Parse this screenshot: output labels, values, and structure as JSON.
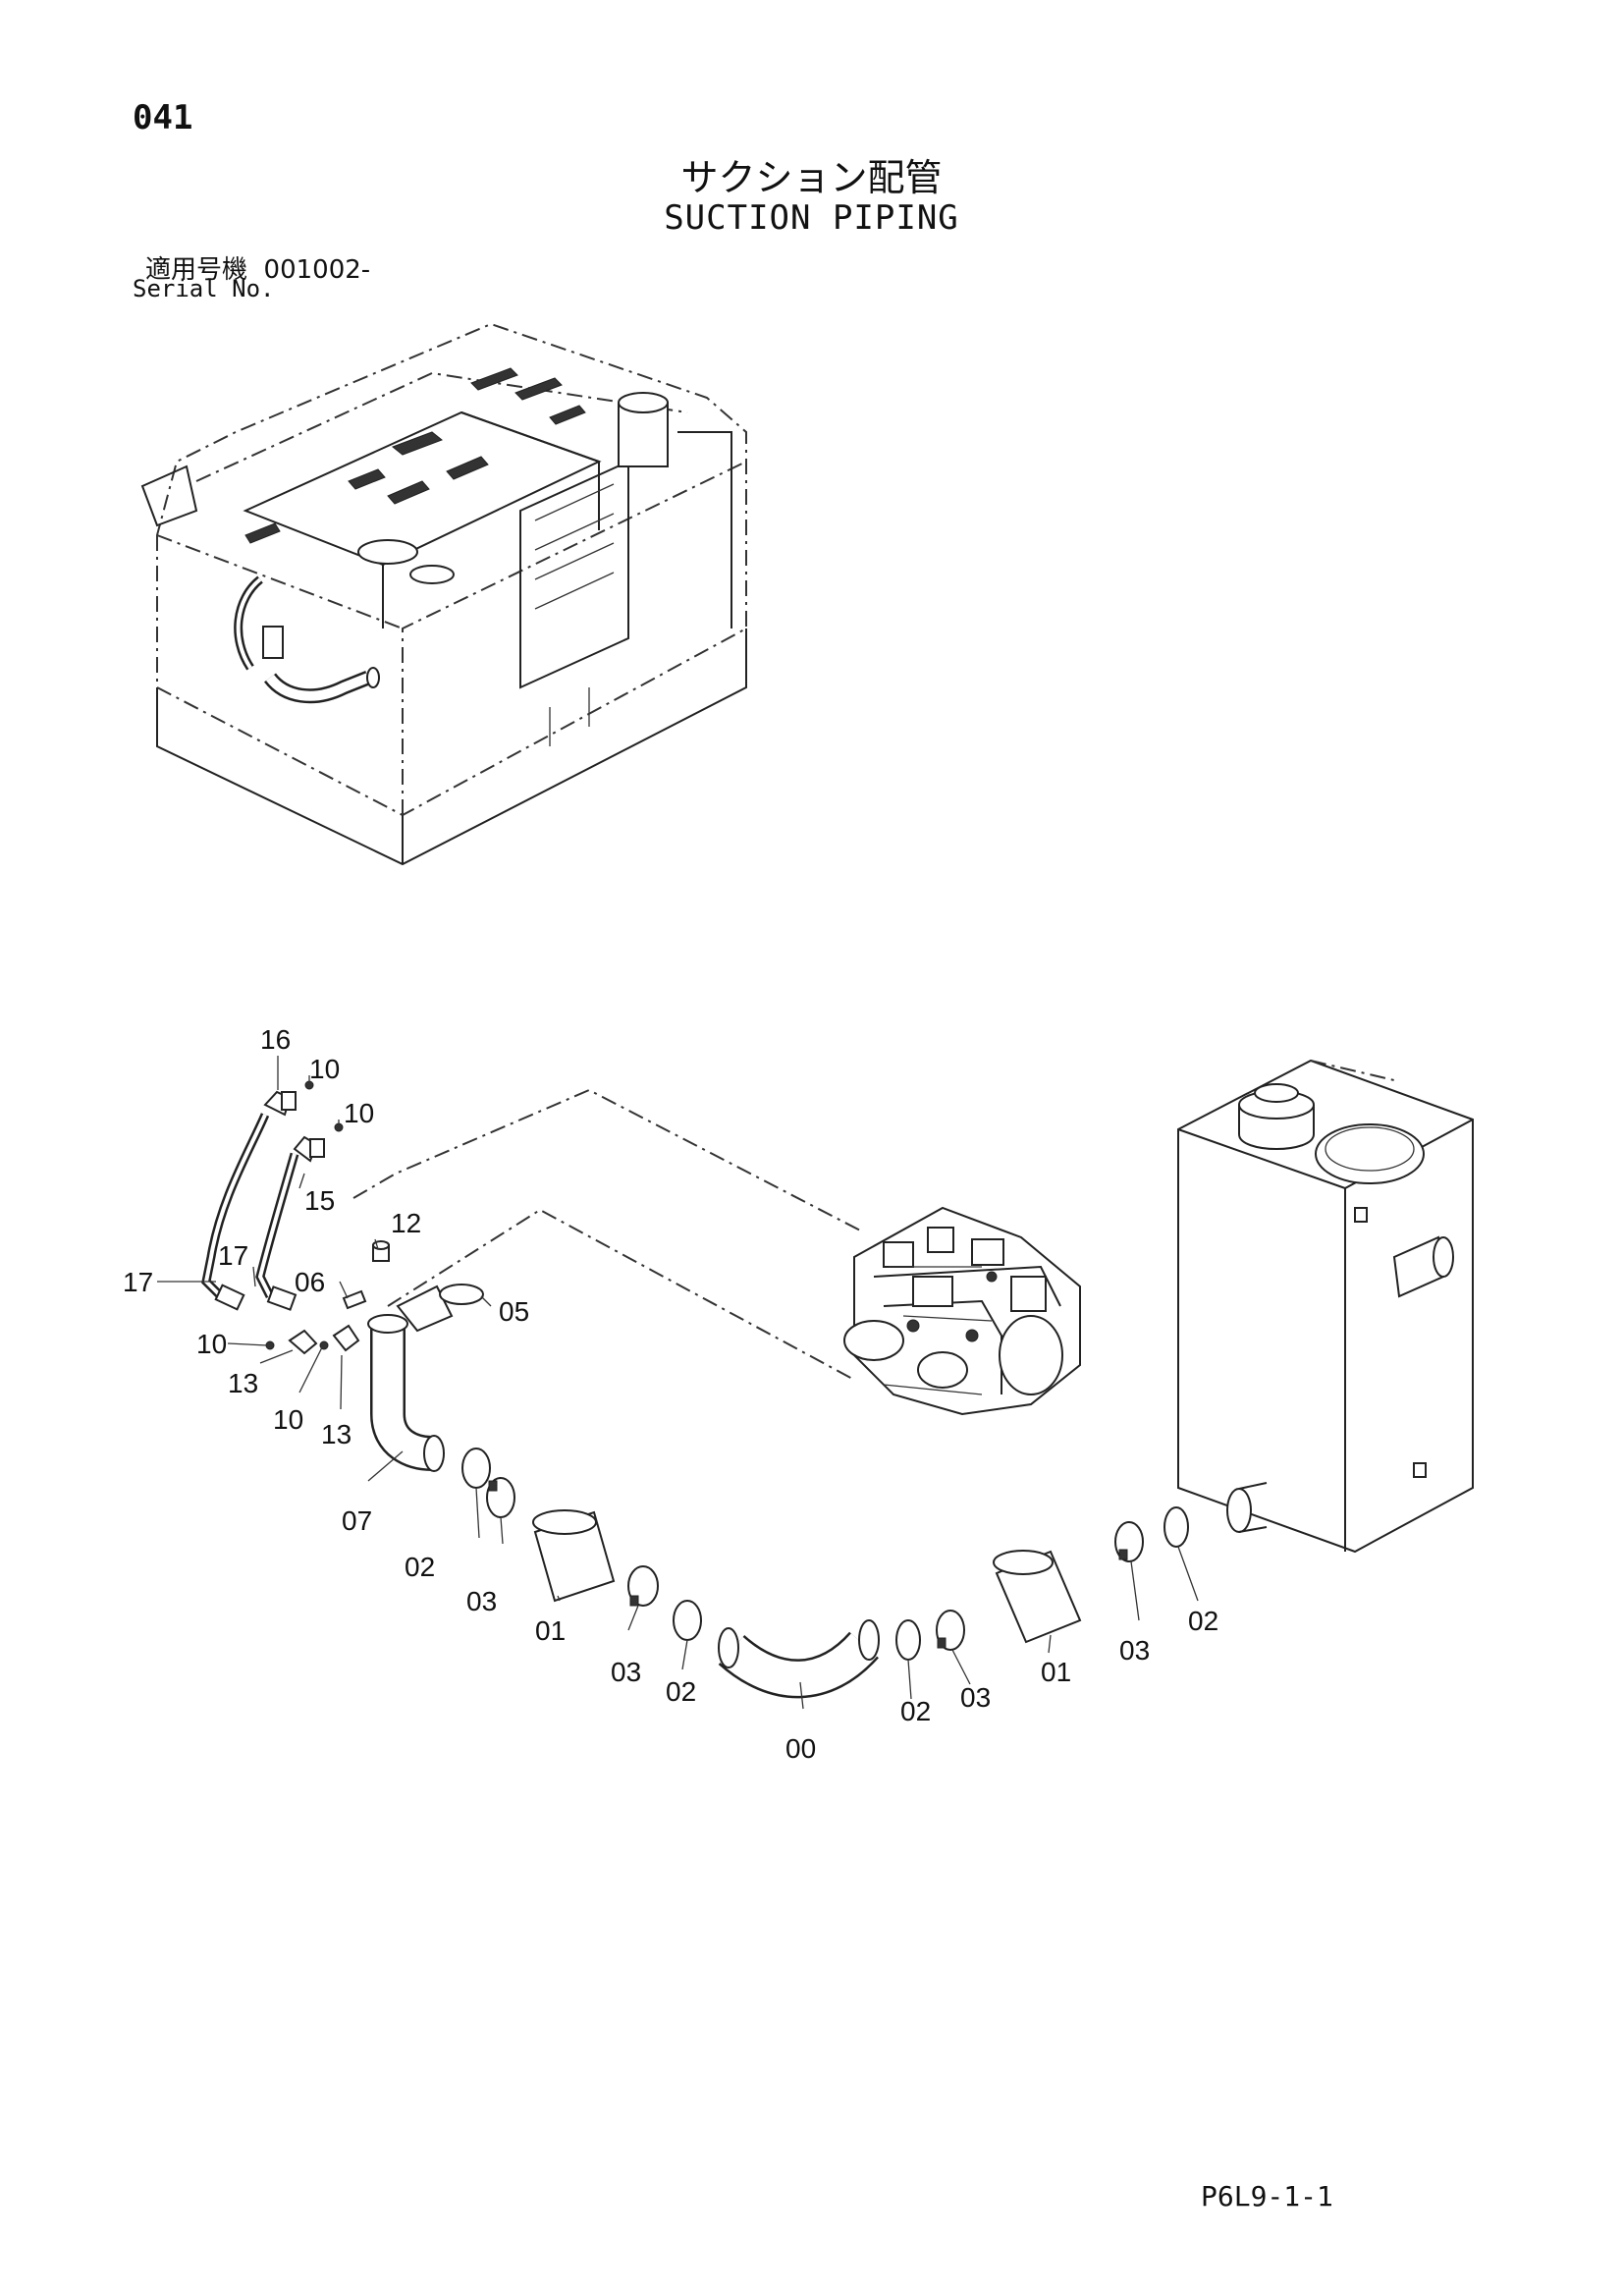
{
  "header": {
    "page_number": "041",
    "title_jp": "サクション配管",
    "title_en": "SUCTION PIPING",
    "serial_label_jp": "適用号機",
    "serial_value": "001002-",
    "serial_label_en": "Serial No."
  },
  "callouts": {
    "c00": "00",
    "c01a": "01",
    "c01b": "01",
    "c02a": "02",
    "c02b": "02",
    "c02c": "02",
    "c02d": "02",
    "c03a": "03",
    "c03b": "03",
    "c03c": "03",
    "c03d": "03",
    "c05": "05",
    "c06": "06",
    "c07": "07",
    "c10a": "10",
    "c10b": "10",
    "c10c": "10",
    "c10d": "10",
    "c12": "12",
    "c13a": "13",
    "c13b": "13",
    "c15": "15",
    "c16": "16",
    "c17a": "17",
    "c17b": "17"
  },
  "footer": {
    "code": "P6L9-1-1"
  }
}
